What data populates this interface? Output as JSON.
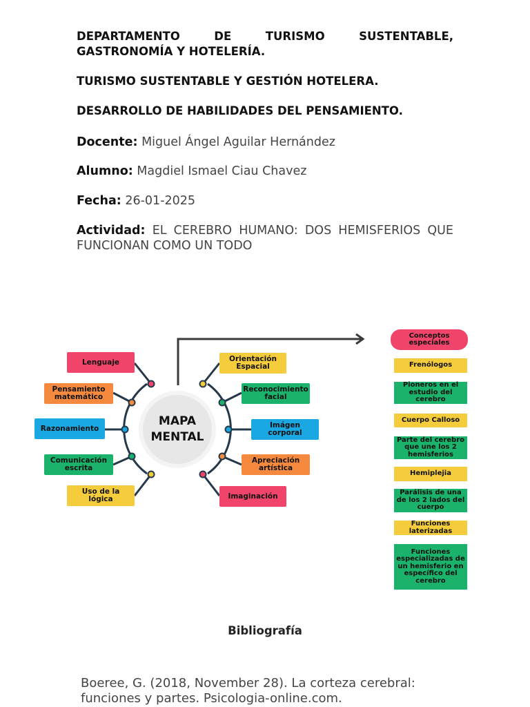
{
  "header": {
    "line1": "DEPARTAMENTO DE TURISMO SUSTENTABLE, GASTRONOMÍA Y HOTELERÍA.",
    "line2": "TURISMO SUSTENTABLE Y GESTIÓN HOTELERA.",
    "line3": "DESARROLLO DE HABILIDADES DEL PENSAMIENTO."
  },
  "fields": {
    "docente_label": "Docente:",
    "docente_value": "Miguel Ángel Aguilar Hernández",
    "alumno_label": "Alumno:",
    "alumno_value": "Magdiel Ismael Ciau Chavez",
    "fecha_label": "Fecha:",
    "fecha_value": "26-01-2025",
    "actividad_label": "Actividad:",
    "actividad_value": "EL CEREBRO HUMANO: DOS HEMISFERIOS QUE FUNCIONAN COMO UN TODO"
  },
  "mindmap": {
    "center_line1": "MAPA",
    "center_line2": "MENTAL",
    "left_nodes": [
      "Lenguaje",
      "Pensamiento matemático",
      "Razonamiento",
      "Comunicación escrita",
      "Uso de la lógica"
    ],
    "right_nodes": [
      "Orientación Espacial",
      "Reconocimiento facial",
      "Imágen corporal",
      "Apreciación artística",
      "Imaginación"
    ]
  },
  "concepts": {
    "title": "Conceptos especiales",
    "items": [
      "Frenólogos",
      "Pioneros en el estudio del cerebro",
      "Cuerpo Calloso",
      "Parte del cerebro que une los 2 hemisferios",
      "Hemiplejia",
      "Parálisis de una de los 2 lados del cuerpo",
      "Funciones laterizadas",
      "Funciones especializadas de un hemisferio en específico del cerebro"
    ]
  },
  "bibliography": {
    "title": "Bibliografía",
    "text": "Boeree, G. (2018, November 28). La corteza cerebral: funciones y partes. Psicologia-online.com."
  }
}
